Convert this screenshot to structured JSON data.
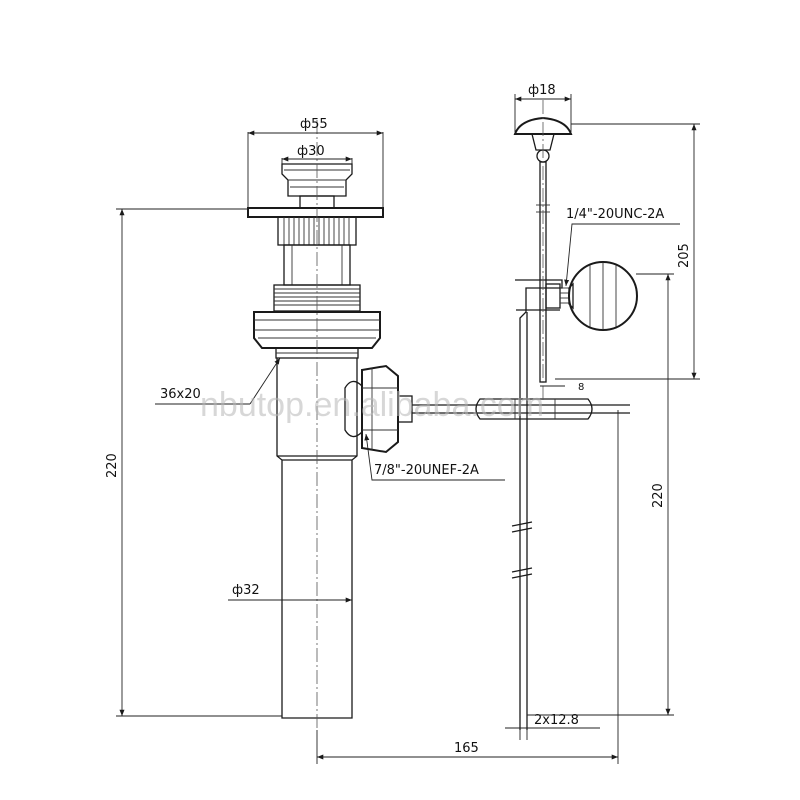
{
  "labels": {
    "phi55": "ф55",
    "phi30": "ф30",
    "phi18": "ф18",
    "thread_rod": "1/4\"-20UNC-2A",
    "dim_205": "205",
    "thread_body": "36x20",
    "dim_220_left": "220",
    "dim_220_right": "220",
    "thread_nut": "7/8\"-20UNEF-2A",
    "phi32": "ф32",
    "dim_2x12_8": "2x12.8",
    "dim_165": "165",
    "dim_8": "8"
  },
  "watermark": "nbutop.en.alibaba.com"
}
